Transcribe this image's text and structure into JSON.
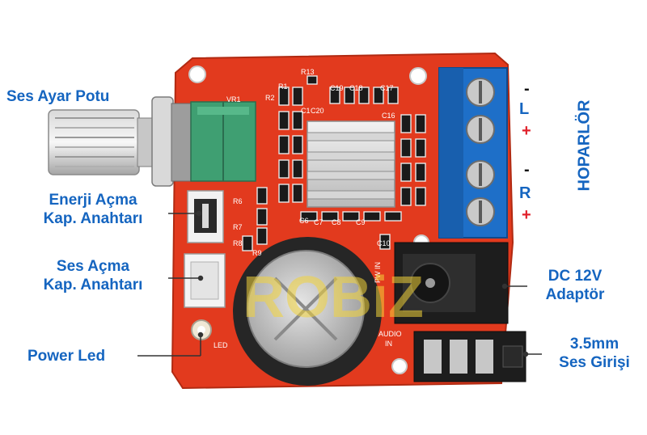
{
  "labels": {
    "volume_pot": "Ses Ayar Potu",
    "power_switch_line1": "Enerji Açma",
    "power_switch_line2": "Kap. Anahtarı",
    "audio_switch_line1": "Ses Açma",
    "audio_switch_line2": "Kap. Anahtarı",
    "power_led": "Power Led",
    "dc_line1": "DC 12V",
    "dc_line2": "Adaptör",
    "jack_line1": "3.5mm",
    "jack_line2": "Ses Girişi",
    "speaker": "HOPARLÖR",
    "left": "L",
    "right": "R",
    "minus": "-",
    "plus": "+"
  },
  "watermark": "ROBiZ",
  "silkscreen": {
    "vr1": "VR1",
    "r13": "R13",
    "r1": "R1",
    "r2": "R2",
    "c19": "C19",
    "c18": "C18",
    "c17": "C17",
    "c20": "C20",
    "c16": "C16",
    "c1": "C1",
    "r6": "R6",
    "r7": "R7",
    "r8": "R8",
    "r9": "R9",
    "c6": "C6",
    "c7": "C7",
    "c8": "C8",
    "c9": "C9",
    "c10": "C10",
    "pw_in": "PW IN",
    "audio_in_1": "AUDIO",
    "audio_in_2": "IN",
    "led": "LED"
  },
  "colors": {
    "label_blue": "#1565c0",
    "pcb_red": "#e23a1e",
    "terminal_blue": "#1e6fc8",
    "pot_green": "#3f9f72",
    "plus_red": "#e0202a"
  }
}
